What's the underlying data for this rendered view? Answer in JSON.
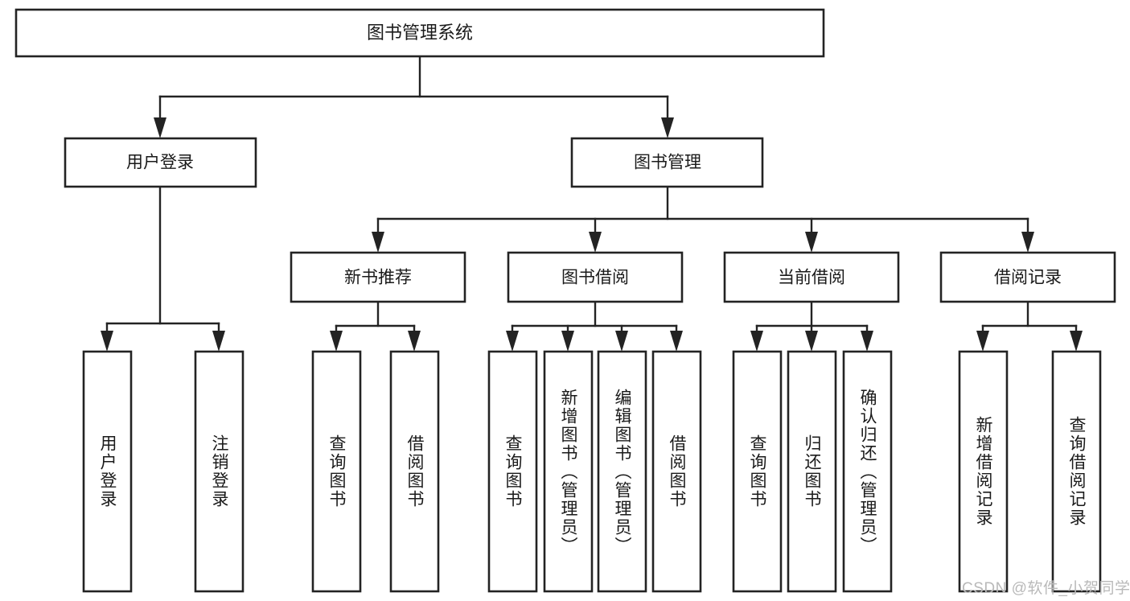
{
  "diagram": {
    "type": "tree",
    "title": "图书管理系统",
    "watermark": "CSDN @软件_小贺同学",
    "colors": {
      "box_stroke": "#232323",
      "box_fill": "#ffffff",
      "connector": "#232323",
      "text": "#1a1a1a",
      "watermark": "#b9b9b9",
      "background": "#ffffff"
    },
    "root": {
      "label": "图书管理系统"
    },
    "level1": [
      {
        "label": "用户登录"
      },
      {
        "label": "图书管理"
      }
    ],
    "level2": [
      {
        "label": "新书推荐"
      },
      {
        "label": "图书借阅"
      },
      {
        "label": "当前借阅"
      },
      {
        "label": "借阅记录"
      }
    ],
    "leaves": {
      "user_login": [
        {
          "label": "用户登录"
        },
        {
          "label": "注销登录"
        }
      ],
      "new_book_recommend": [
        {
          "label": "查询图书"
        },
        {
          "label": "借阅图书"
        }
      ],
      "book_borrow": [
        {
          "label": "查询图书"
        },
        {
          "label": "新增图书（管理员）"
        },
        {
          "label": "编辑图书（管理员）"
        },
        {
          "label": "借阅图书"
        }
      ],
      "current_borrow": [
        {
          "label": "查询图书"
        },
        {
          "label": "归还图书"
        },
        {
          "label": "确认归还（管理员）"
        }
      ],
      "borrow_record": [
        {
          "label": "新增借阅记录"
        },
        {
          "label": "查询借阅记录"
        }
      ]
    }
  }
}
